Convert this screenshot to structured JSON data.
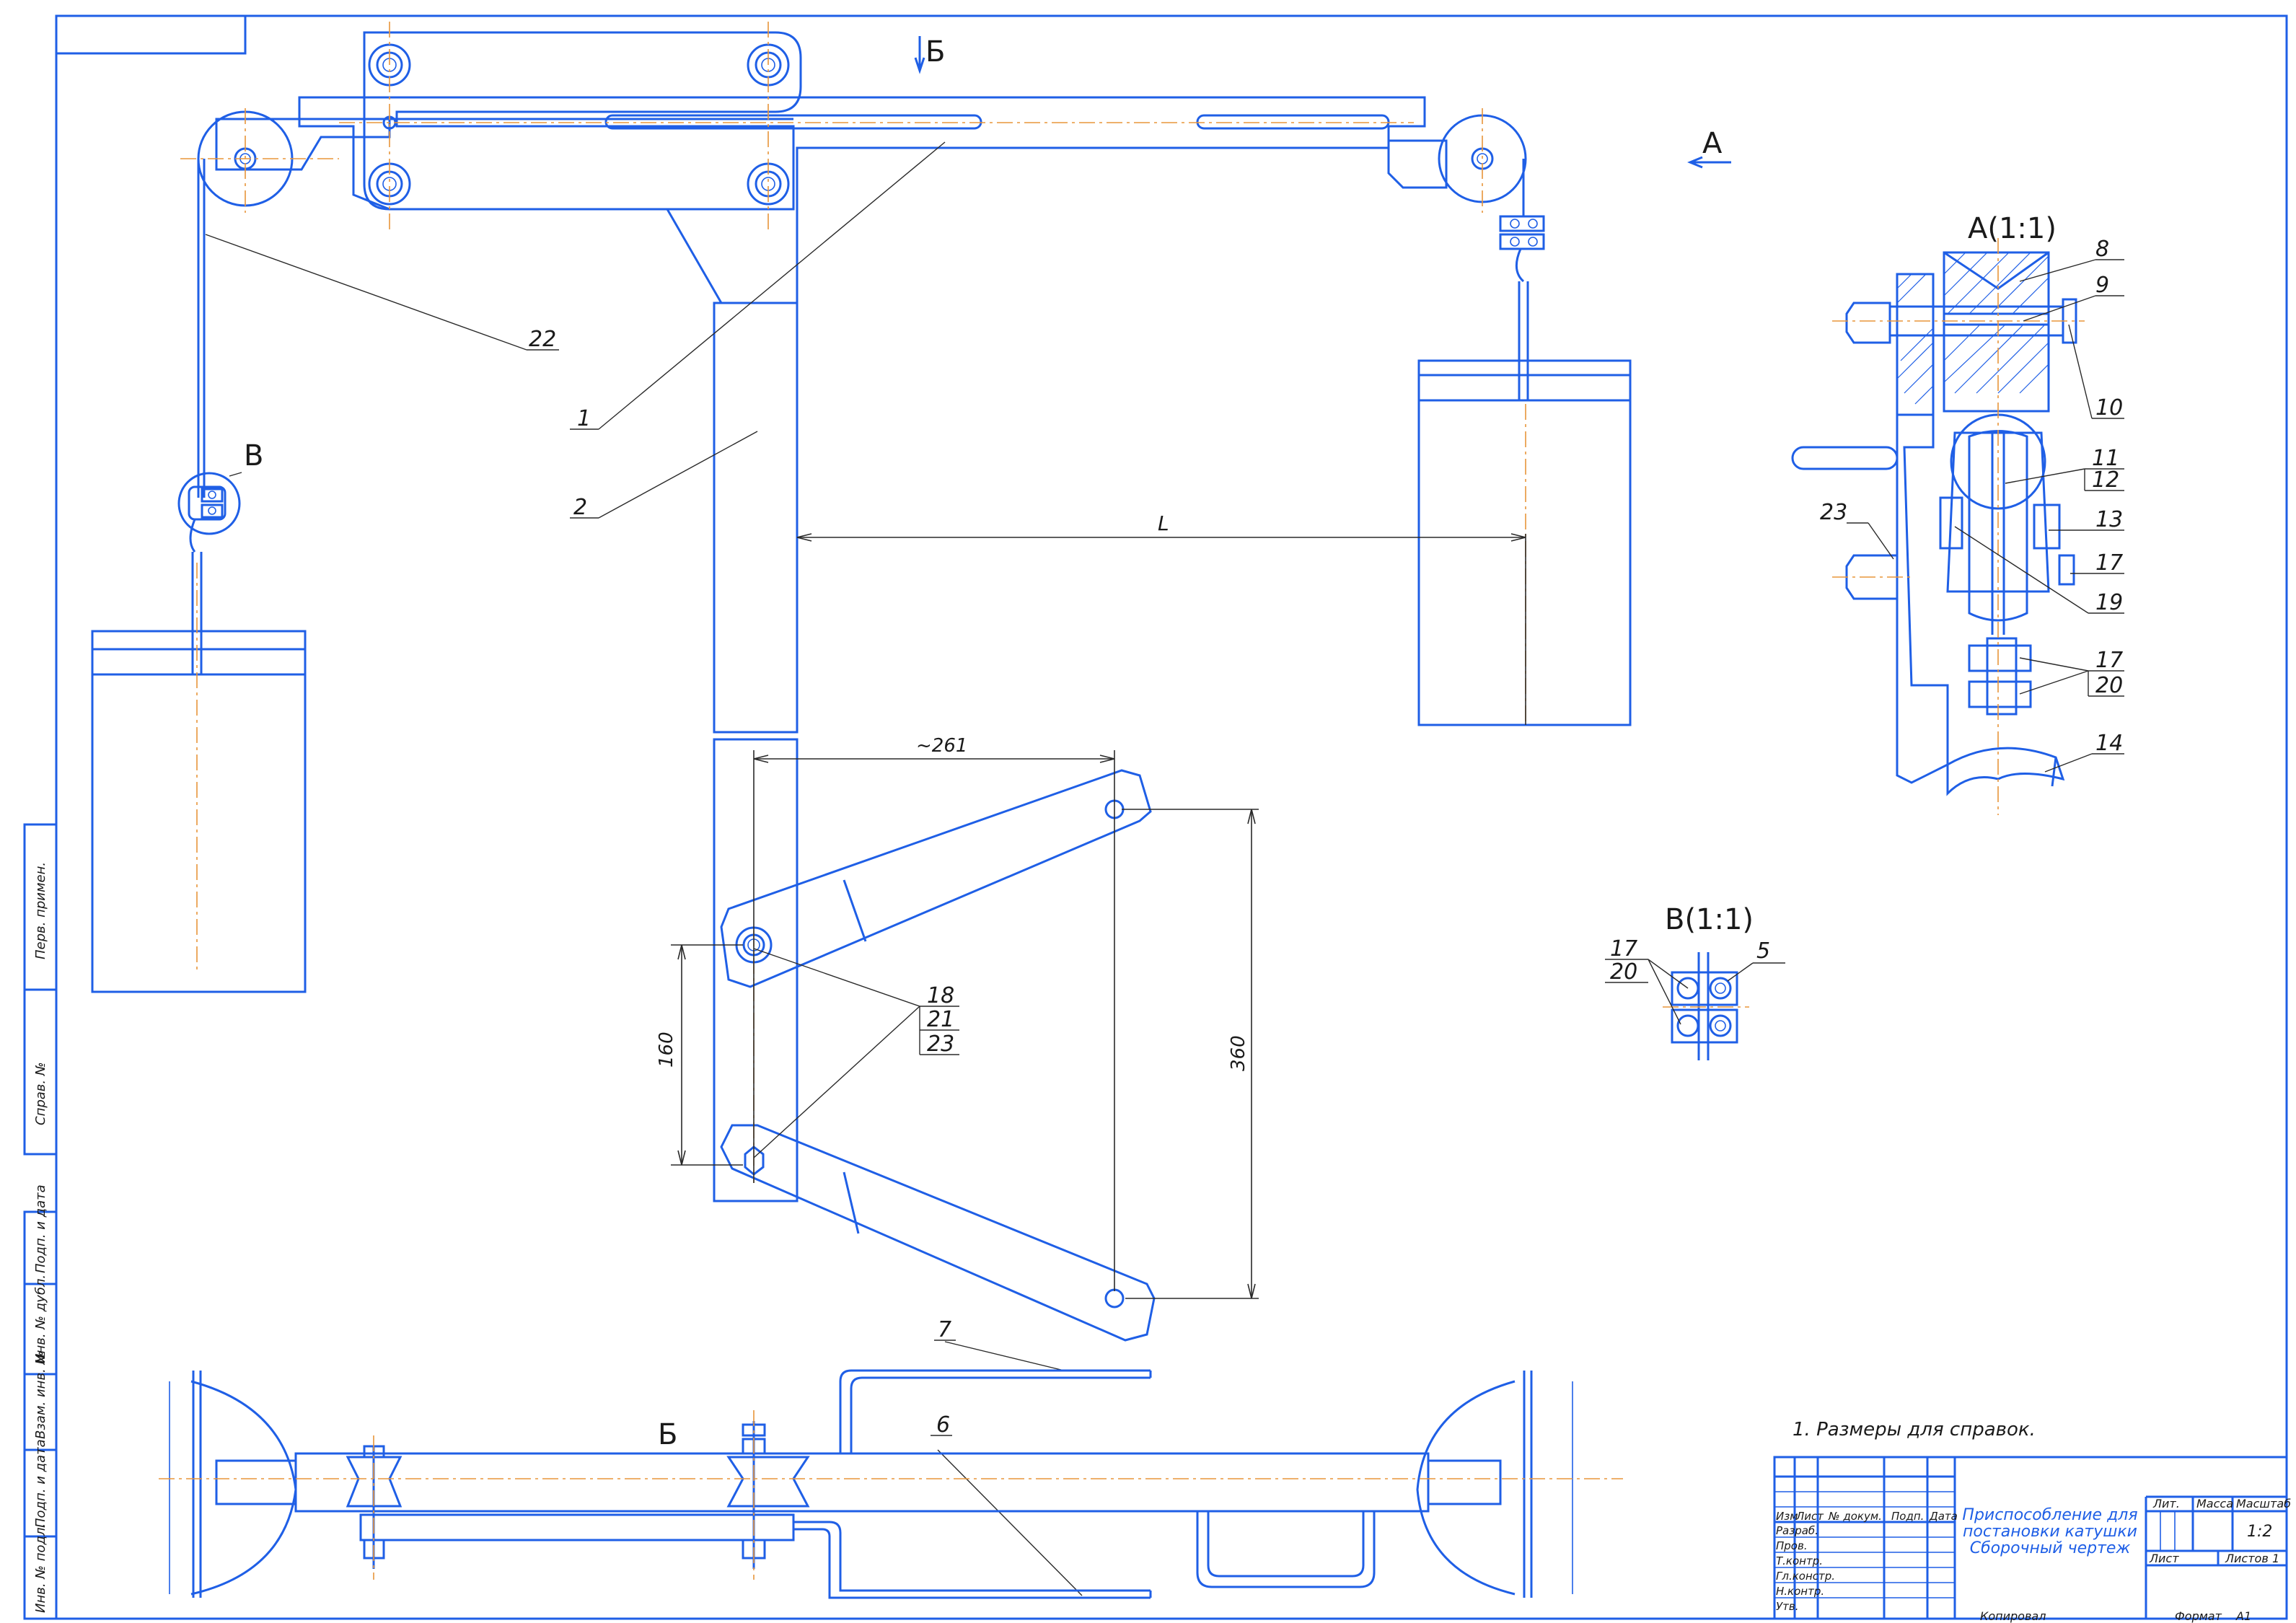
{
  "drawing": {
    "view_labels": {
      "section_b_top": "Б",
      "section_b_bottom": "Б",
      "view_a_arrow": "А",
      "view_a": "А(1:1)",
      "view_v": "В(1:1)",
      "callout_v": "В"
    },
    "dimensions": {
      "arm_span": "L",
      "horizontal": "~261",
      "left_vertical": "160",
      "right_vertical": "360"
    },
    "positions_main": [
      "1",
      "2",
      "6",
      "7",
      "22"
    ],
    "positions_arm_stack": [
      "18",
      "21",
      "23"
    ],
    "positions_view_a": [
      "8",
      "9",
      "10",
      "11",
      "12",
      "13",
      "17",
      "23",
      "19",
      "17",
      "20",
      "14"
    ],
    "positions_view_v": [
      "17",
      "20",
      "5"
    ],
    "note": "1. Размеры для справок."
  },
  "title_block": {
    "title_lines": [
      "Приспособление для",
      "постановки катушки",
      "Сборочный чертеж"
    ],
    "column_headers": [
      "Изм",
      "Лист",
      "№ докум.",
      "Подп.",
      "Дата"
    ],
    "roles": [
      "Разраб.",
      "Пров.",
      "Т.контр.",
      "Гл.констр.",
      "Н.контр.",
      "Утв."
    ],
    "lit_label": "Лит.",
    "mass_label": "Масса",
    "scale_label": "Масштаб",
    "scale_value": "1:2",
    "sheet_label": "Лист",
    "sheets_label": "Листов",
    "sheets_value": "1",
    "copied_label": "Копировал",
    "format_label": "Формат",
    "format_value": "A1"
  },
  "side_strip": [
    "Перв. примен.",
    "Справ. №",
    "Подп. и дата",
    "Инв. № дубл.",
    "Взам. инв. №",
    "Подп. и дата",
    "Инв. № подл."
  ],
  "colors": {
    "line": "#1f5fe6",
    "axis": "#e8953a",
    "dim": "#2a2a2a",
    "paper": "#ffffff"
  }
}
